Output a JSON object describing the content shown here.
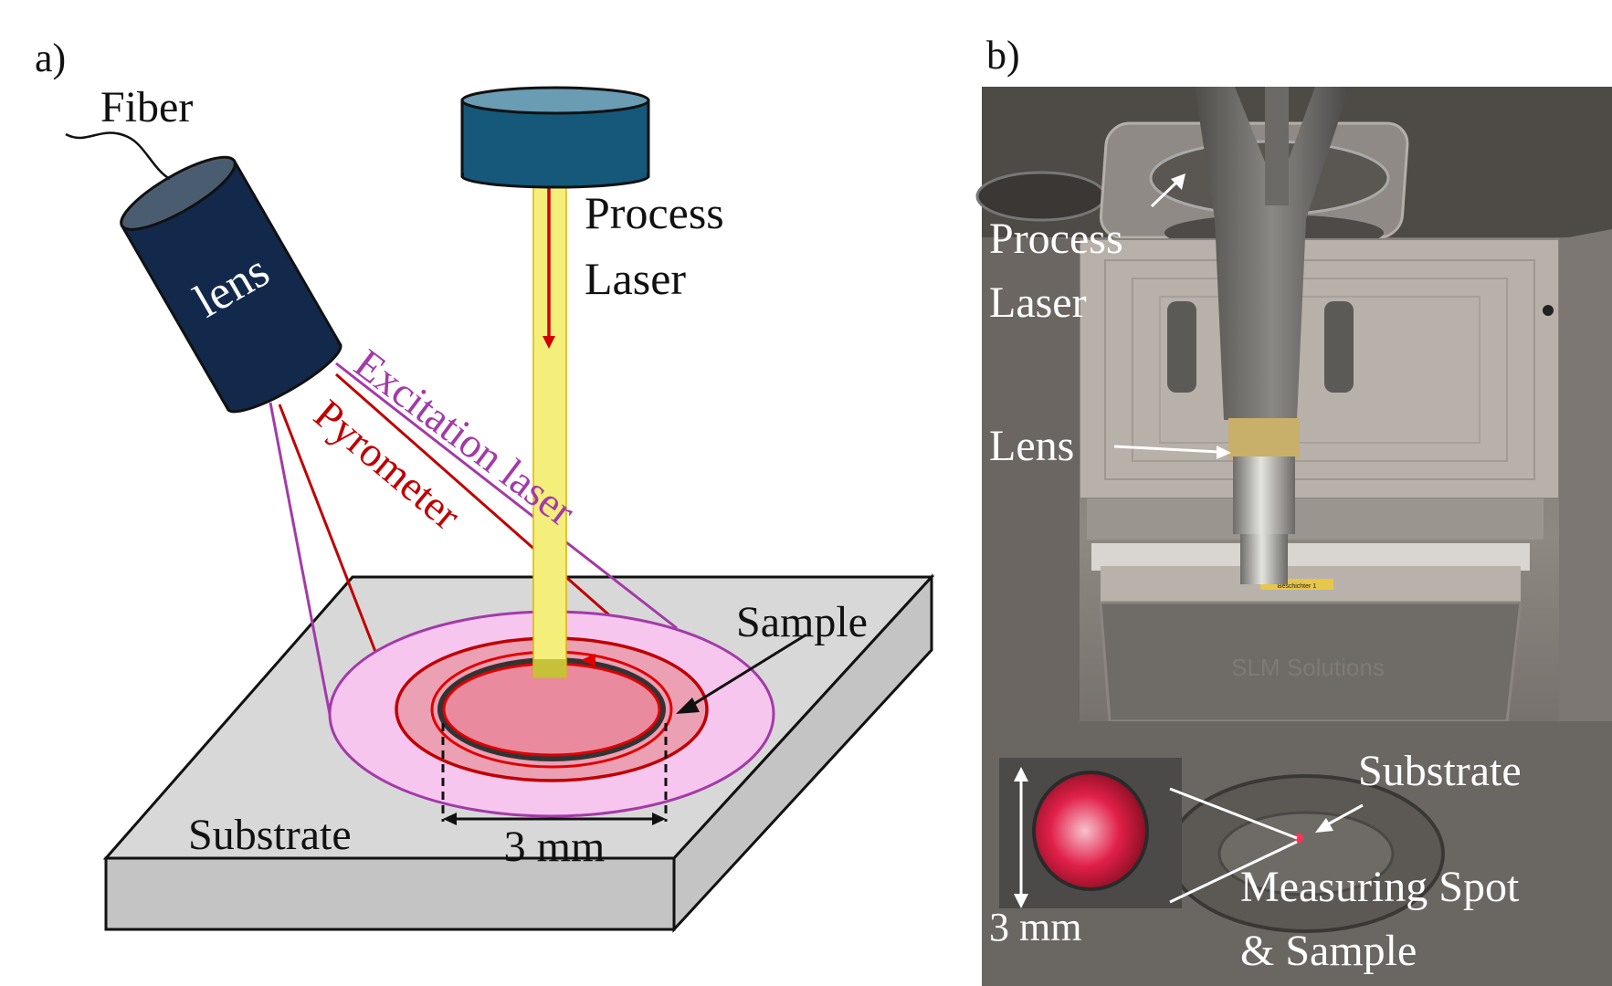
{
  "panel_a": {
    "tag": "a)",
    "fiber": "Fiber",
    "lens": "lens",
    "process_laser_line1": "Process",
    "process_laser_line2": "Laser",
    "excitation_laser": "Excitation laser",
    "pyrometer": "Pyrometer",
    "sample": "Sample",
    "substrate": "Substrate",
    "dimension": "3 mm"
  },
  "panel_b": {
    "tag": "b)",
    "process_laser_line1": "Process",
    "process_laser_line2": "Laser",
    "lens": "Lens",
    "substrate": "Substrate",
    "measuring_line1": "Measuring Spot",
    "measuring_line2": "& Sample",
    "dimension": "3 mm",
    "machine_brand": "SLM Solutions",
    "coater_plate": "Beschichter 1"
  },
  "colors": {
    "lens_body": "#13294b",
    "laser_head": "#15587a",
    "laser_head_top": "#6a9cb4",
    "beam": "#f4ef7a",
    "excitation": "#a33aa8",
    "pyrometer": "#c00000",
    "halo": "#f6c6ee",
    "spot": "#e98a9e",
    "substrate_top": "#d8d8d8",
    "substrate_side": "#c4c4c4",
    "chamber": "#6e6a66"
  }
}
